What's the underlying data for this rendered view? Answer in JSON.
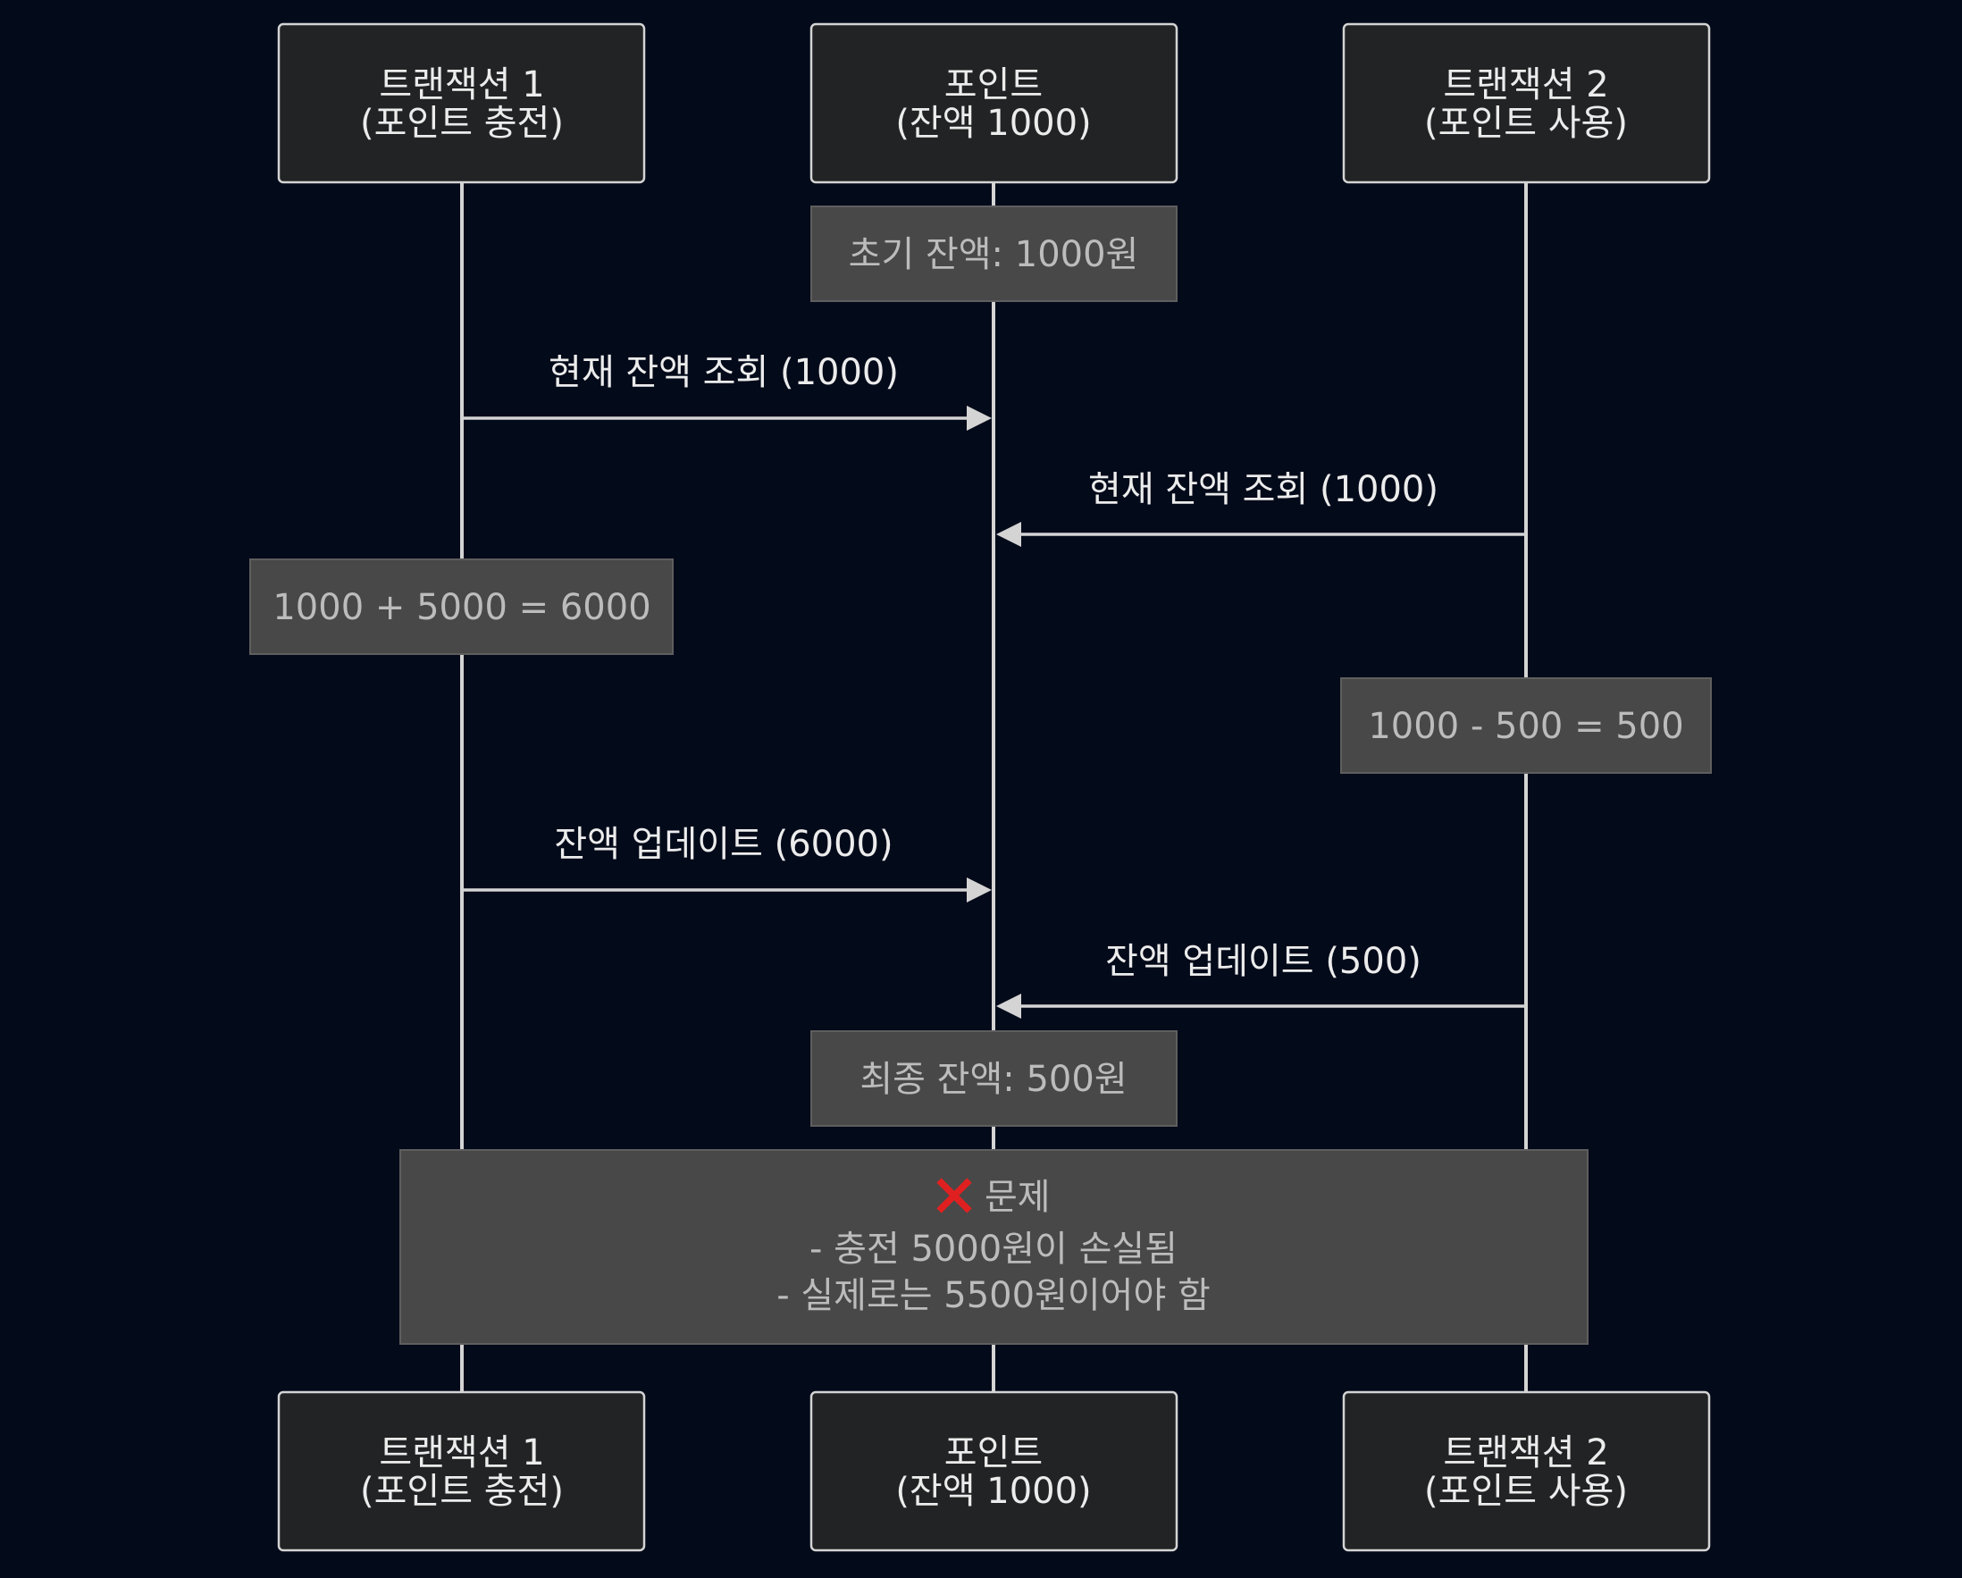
{
  "diagram": {
    "type": "sequence",
    "participants": [
      {
        "id": "t1",
        "line1": "트랜잭션 1",
        "line2": "(포인트 충전)"
      },
      {
        "id": "p",
        "line1": "포인트",
        "line2": "(잔액 1000)"
      },
      {
        "id": "t2",
        "line1": "트랜잭션 2",
        "line2": "(포인트 사용)"
      }
    ],
    "notes": {
      "initial_balance": "초기 잔액: 1000원",
      "t1_calc": "1000 + 5000 = 6000",
      "t2_calc": "1000 - 500 = 500",
      "final_balance": "최종 잔액: 500원"
    },
    "messages": [
      {
        "from": "t1",
        "to": "p",
        "label": "현재 잔액 조회 (1000)"
      },
      {
        "from": "t2",
        "to": "p",
        "label": "현재 잔액 조회 (1000)"
      },
      {
        "from": "t1",
        "to": "p",
        "label": "잔액 업데이트 (6000)"
      },
      {
        "from": "t2",
        "to": "p",
        "label": "잔액 업데이트 (500)"
      }
    ],
    "problem_note": {
      "title": "문제",
      "icon": "cross-mark-icon",
      "lines": [
        "- 충전 5000원이 손실됨",
        "- 실제로는 5500원이어야 함"
      ]
    },
    "colors": {
      "background": "#030a1a",
      "actor_fill": "#222324",
      "line": "#d4d4d4",
      "note_fill": "#484848",
      "cross": "#e02020"
    }
  }
}
